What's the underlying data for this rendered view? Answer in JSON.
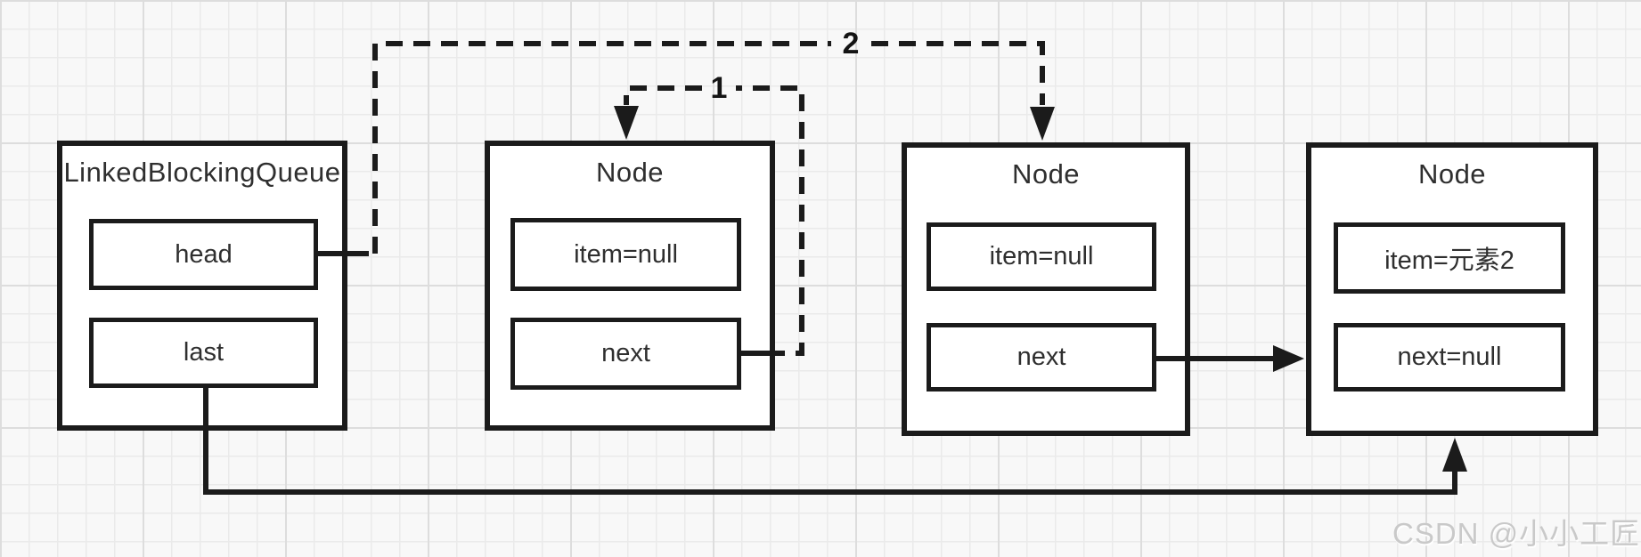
{
  "diagram": {
    "queue_box": {
      "title": "LinkedBlockingQueue",
      "fields": [
        {
          "label": "head"
        },
        {
          "label": "last"
        }
      ]
    },
    "nodes": [
      {
        "title": "Node",
        "fields": [
          {
            "label": "item=null"
          },
          {
            "label": "next"
          }
        ]
      },
      {
        "title": "Node",
        "fields": [
          {
            "label": "item=null"
          },
          {
            "label": "next"
          }
        ]
      },
      {
        "title": "Node",
        "fields": [
          {
            "label": "item=元素2"
          },
          {
            "label": "next=null"
          }
        ]
      }
    ],
    "step_labels": {
      "step1": "1",
      "step2": "2"
    },
    "watermark": "CSDN @小小工匠",
    "colors": {
      "stroke": "#1b1b1b",
      "box_fill": "#ffffff",
      "page_bg": "#f8f8f8",
      "grid_line": "#eaeaea",
      "watermark": "#c9c9c9"
    }
  }
}
